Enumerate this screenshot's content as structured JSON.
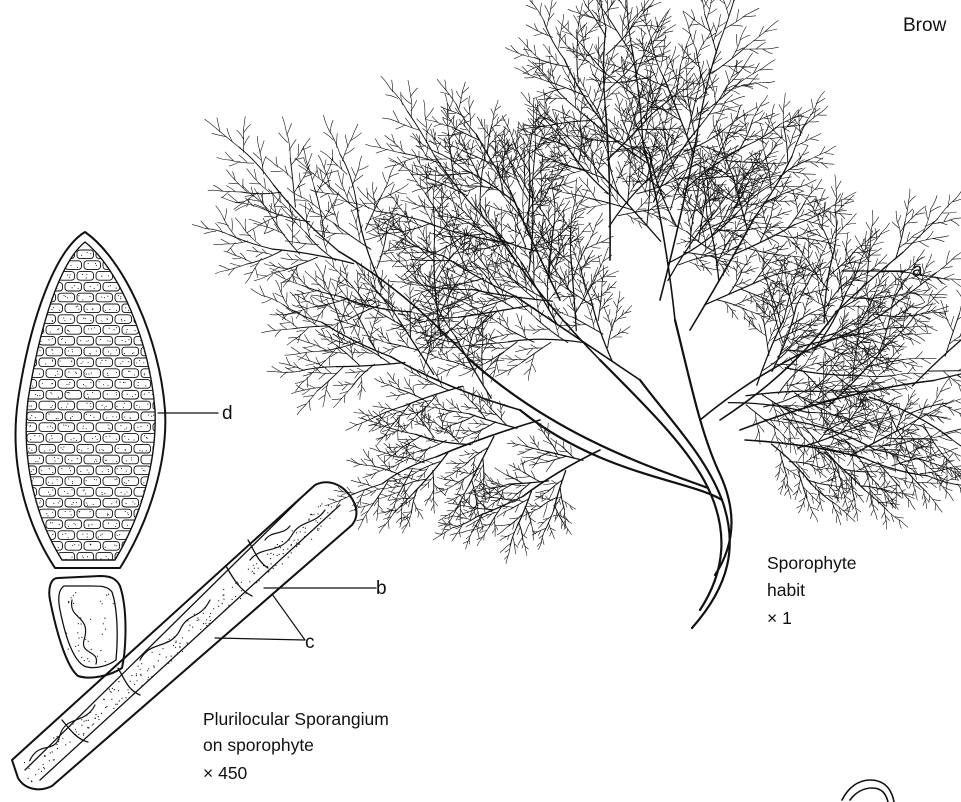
{
  "header": {
    "text": "Brow"
  },
  "labels": {
    "a": "a",
    "b": "b",
    "c": "c",
    "d": "d"
  },
  "captions": {
    "habit": {
      "line1": "Sporophyte",
      "line2": "habit",
      "line3": "× 1"
    },
    "sporangium": {
      "line1": "Plurilocular Sporangium",
      "line2": "on sporophyte",
      "line3": "× 450"
    }
  },
  "style": {
    "ink": "#111111",
    "background": "#ffffff"
  }
}
